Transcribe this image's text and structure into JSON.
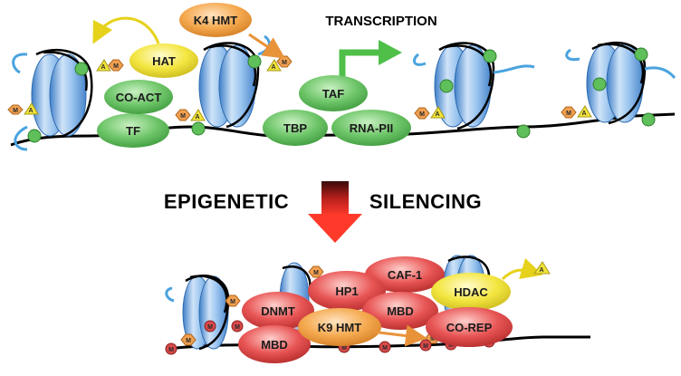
{
  "labels": {
    "transcription": "TRANSCRIPTION",
    "epigenetic": "EPIGENETIC",
    "silencing": "SILENCING"
  },
  "active_complex": {
    "hat": "HAT",
    "k4_hmt": "K4 HMT",
    "co_act": "CO-ACT",
    "tf": "TF",
    "taf": "TAF",
    "tbp": "TBP",
    "rna_pii": "RNA-PII"
  },
  "silencing_complex": {
    "caf1": "CAF-1",
    "hp1": "HP1",
    "dnmt": "DNMT",
    "mbd_upper": "MBD",
    "mbd_lower": "MBD",
    "hdac": "HDAC",
    "k9_hmt": "K9 HMT",
    "co_rep": "CO-REP"
  },
  "marks": {
    "methyl": "M",
    "acetyl": "A"
  },
  "colors": {
    "histone_blue": "#7fb2e6",
    "dna": "#000000",
    "tail_blue": "#4aa3df",
    "green_protein": "#6cc66a",
    "yellow_protein": "#f2e33a",
    "orange_protein": "#f4a84f",
    "red_protein": "#e04a4a",
    "methyl_badge": "#f0a050",
    "acetyl_badge": "#f2e33a",
    "cpg_green": "#5fbf5a",
    "cpg_red": "#d84a4a"
  },
  "icons": [
    "nucleosome-icon",
    "methyl-mark-icon",
    "acetyl-mark-icon",
    "transcription-arrow-icon",
    "silencing-arrow-icon"
  ]
}
